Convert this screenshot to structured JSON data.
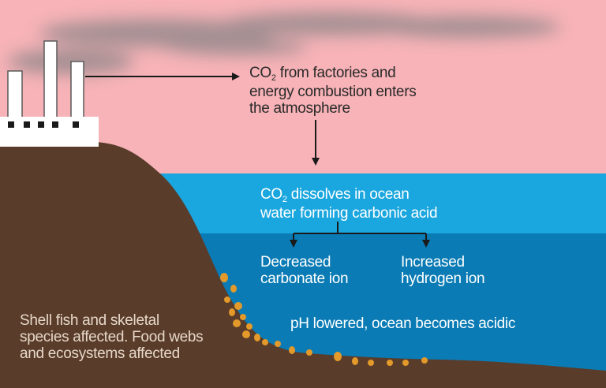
{
  "colors": {
    "sky": "#f7b3b7",
    "smoke": "#8a8487",
    "ocean_surface": "#1aa6de",
    "ocean_deep": "#0a7bb4",
    "land": "#5a3c2b",
    "shells": "#e39a2a",
    "factory": "#ffffff",
    "arrow": "#1a1a1a"
  },
  "labels": {
    "co2_atmosphere": {
      "prefix": "CO",
      "subscript": "2",
      "line1_rest": " from factories and",
      "line2": "energy combustion enters",
      "line3": "the atmosphere"
    },
    "co2_dissolves": {
      "prefix": "CO",
      "subscript": "2",
      "line1_rest": " dissolves in ocean",
      "line2": "water forming carbonic acid"
    },
    "carbonate": {
      "line1": "Decreased",
      "line2": "carbonate ion"
    },
    "hydrogen": {
      "line1": "Increased",
      "line2": "hydrogen ion"
    },
    "ph": "pH lowered, ocean becomes acidic",
    "shellfish": {
      "line1": "Shell fish and skeletal",
      "line2": "species affected. Food webs",
      "line3": "and ecosystems affected"
    }
  },
  "icons": [
    "factory-icon",
    "smokestack-icon",
    "smoke-cloud",
    "arrow-right",
    "arrow-down"
  ]
}
